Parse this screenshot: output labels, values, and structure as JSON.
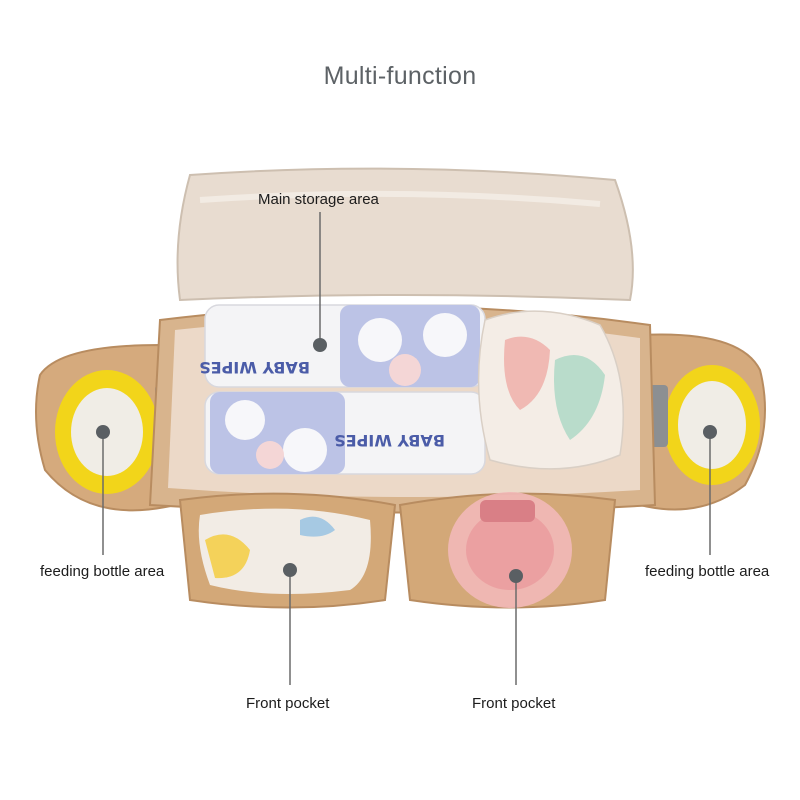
{
  "title": "Multi-function",
  "callouts": {
    "main_storage": "Main storage area",
    "bottle_left": "feeding bottle area",
    "bottle_right": "feeding bottle area",
    "front_pocket_left": "Front pocket",
    "front_pocket_right": "Front pocket"
  },
  "product_print": {
    "wipes_text_top": "BABY WIPES",
    "wipes_text_bottom": "BABY WIPES"
  },
  "colors": {
    "bag_body": "#d8b48d",
    "bag_inner": "#ecd9c8",
    "lid": "#e8dcd0",
    "bottle_yellow": "#f2d51a",
    "leader_line": "#6b6b6b",
    "callout_dot": "#5a5f63"
  }
}
